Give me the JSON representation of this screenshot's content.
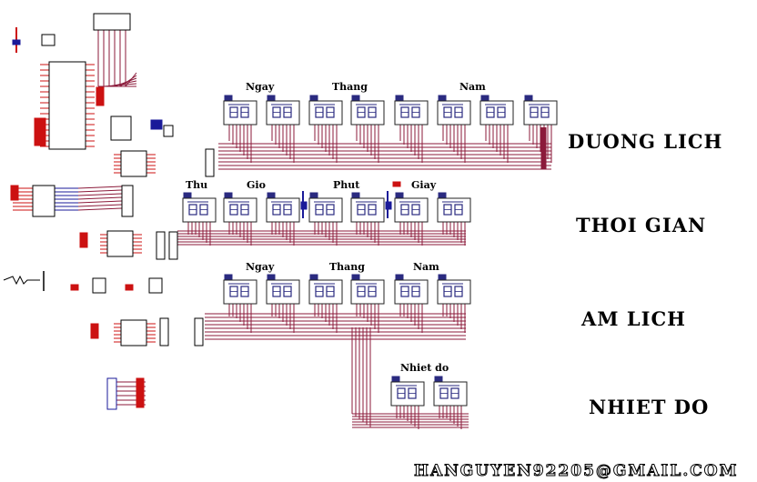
{
  "sections": [
    {
      "title": "DUONG LICH",
      "groups": [
        "Ngay",
        "Thang",
        "Nam"
      ]
    },
    {
      "title": "THOI GIAN",
      "groups": [
        "Thu",
        "Gio",
        "Phut",
        "Giay"
      ]
    },
    {
      "title": "AM LICH",
      "groups": [
        "Ngay",
        "Thang",
        "Nam"
      ]
    },
    {
      "title": "NHIET DO",
      "groups": [
        "Nhiet do"
      ]
    }
  ],
  "footer": {
    "email": "HANGUYEN92205@GMAIL.COM"
  },
  "colors": {
    "wire": "#8b1a3a",
    "component": "#1a1a99",
    "pin": "#cc1111",
    "display": "#2a2a80"
  }
}
